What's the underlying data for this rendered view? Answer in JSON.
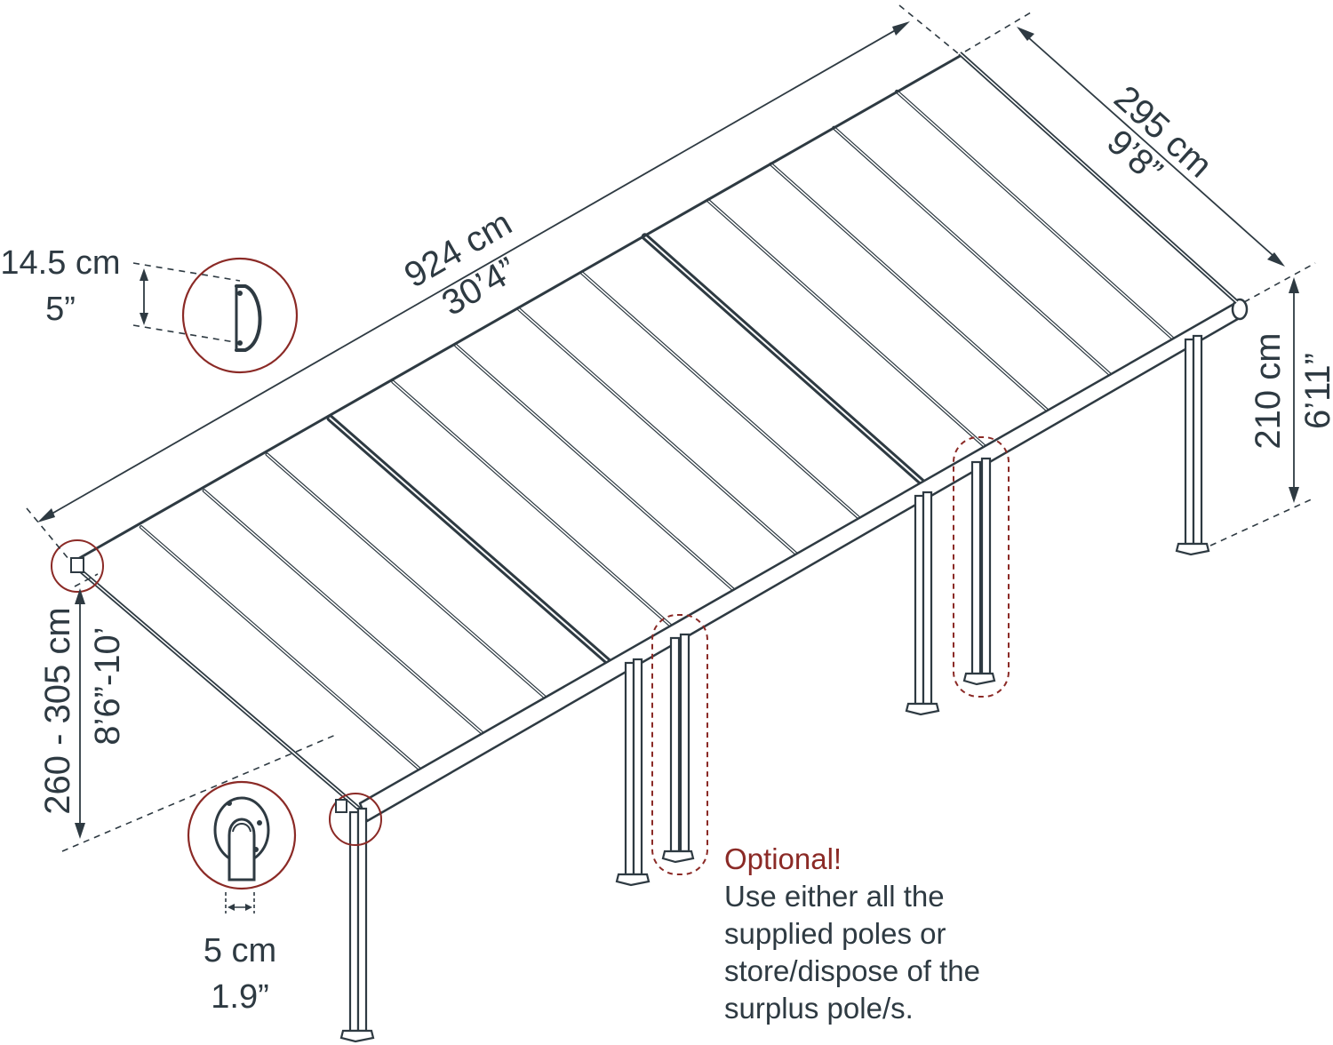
{
  "dimensions": {
    "length_cm": "924 cm",
    "length_ft": "30’4”",
    "width_cm": "295 cm",
    "width_ft": "9’8”",
    "back_height_cm": "210 cm",
    "back_height_ft": "6’11”",
    "front_height_cm": "260 - 305 cm",
    "front_height_ft": "8’6”-10’",
    "gutter_cm": "14.5 cm",
    "gutter_in": "5”",
    "post_cm": "5 cm",
    "post_in": "1.9”"
  },
  "note": {
    "title": "Optional!",
    "lines": [
      "Use either all the",
      "supplied poles or",
      "store/dispose of the",
      "surplus pole/s."
    ]
  },
  "colors": {
    "line": "#2e3a42",
    "accent": "#8b2a26",
    "frame_fill": "#ffffff"
  }
}
